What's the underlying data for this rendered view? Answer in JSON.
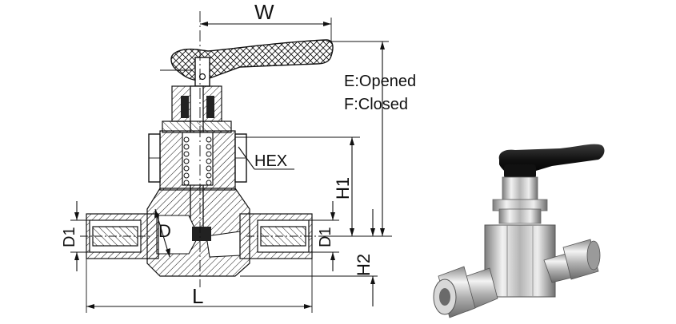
{
  "drawing": {
    "labels": {
      "w": "W",
      "e_opened": "E:Opened",
      "f_closed": "F:Closed",
      "hex": "HEX",
      "h1": "H1",
      "d": "D",
      "d1_left": "D1",
      "d1_right": "D1",
      "h2": "H2",
      "l": "L"
    }
  },
  "photo": {
    "handle_color": "#1a1a1a",
    "metal_color": "#c9c9c9"
  }
}
